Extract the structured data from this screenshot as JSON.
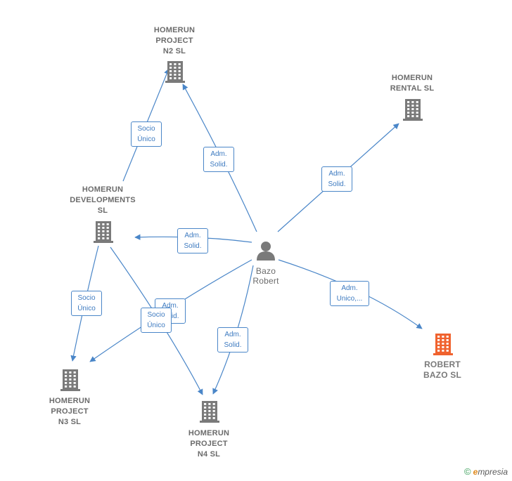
{
  "colors": {
    "edge": "#4a86c8",
    "building": "#7a7a7a",
    "building_highlight": "#f0622e",
    "person": "#7a7a7a"
  },
  "nodes": [
    {
      "id": "n2",
      "label": "HOMERUN\nPROJECT\nN2  SL",
      "icon": "building-icon"
    },
    {
      "id": "rental",
      "label": "HOMERUN\nRENTAL  SL",
      "icon": "building-icon"
    },
    {
      "id": "dev",
      "label": "HOMERUN\nDEVELOPMENTS\nSL",
      "icon": "building-icon"
    },
    {
      "id": "person",
      "label": "Bazo\nRobert",
      "icon": "person-icon"
    },
    {
      "id": "robert",
      "label": "ROBERT\nBAZO  SL",
      "icon": "building-icon"
    },
    {
      "id": "n3",
      "label": "HOMERUN\nPROJECT\nN3  SL",
      "icon": "building-icon"
    },
    {
      "id": "n4",
      "label": "HOMERUN\nPROJECT\nN4  SL",
      "icon": "building-icon"
    }
  ],
  "edges": [
    {
      "label": "Socio\nÚnico"
    },
    {
      "label": "Adm.\nSolid."
    },
    {
      "label": "Adm.\nSolid."
    },
    {
      "label": "Adm.\nSolid."
    },
    {
      "label": "Adm.\nUnico,..."
    },
    {
      "label": "Socio\nÚnico"
    },
    {
      "label": "Adm.\nSolid."
    },
    {
      "label": "Socio\nÚnico"
    },
    {
      "label": "Adm.\nSolid."
    }
  ],
  "brand": {
    "copyright": "©",
    "e": "e",
    "rest": "mpresia"
  }
}
